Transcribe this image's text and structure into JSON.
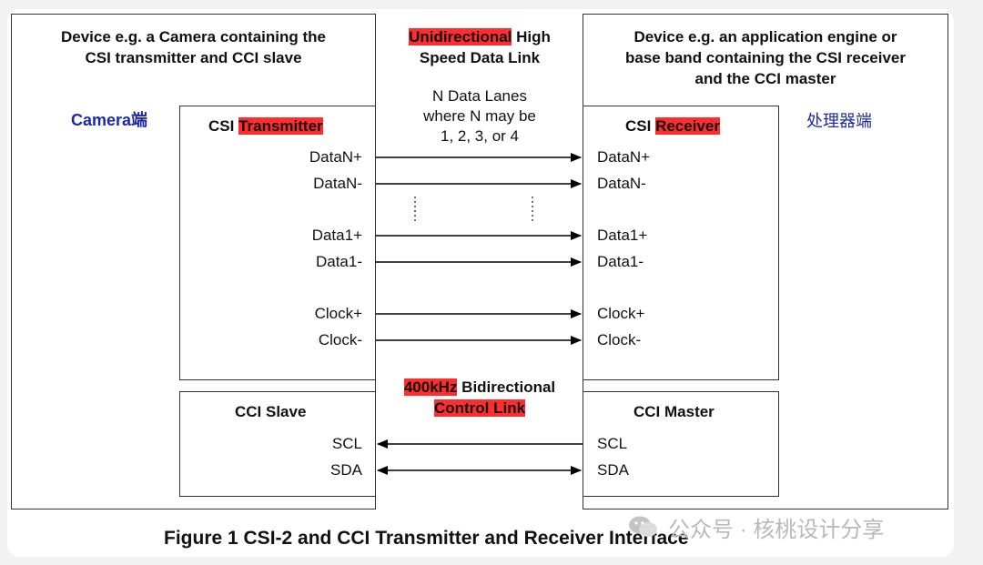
{
  "left_device": {
    "title_line1": "Device e.g. a Camera containing the",
    "title_line2": "CSI transmitter and CCI slave"
  },
  "right_device": {
    "title_line1": "Device e.g. an application engine or",
    "title_line2": "base band containing the CSI receiver",
    "title_line3": "and the CCI master"
  },
  "camera_side_label": "Camera端",
  "processor_side_label": "处理器端",
  "high_speed_link": {
    "highlight": "Unidirectional",
    "rest": " High",
    "line2": "Speed Data  Link"
  },
  "lanes_note": {
    "line1": "N Data Lanes",
    "line2": "where N may be",
    "line3": "1, 2, 3, or 4"
  },
  "csi_transmitter": {
    "prefix": "CSI ",
    "highlight": "Transmitter"
  },
  "csi_receiver": {
    "prefix": "CSI ",
    "highlight": "Receiver"
  },
  "data_signals": [
    "DataN+",
    "DataN-",
    "Data1+",
    "Data1-",
    "Clock+",
    "Clock-"
  ],
  "control_link": {
    "highlight1": "400kHz",
    "rest1": " Bidirectional",
    "highlight2": "Control Link"
  },
  "cci_slave": {
    "title": "CCI Slave"
  },
  "cci_master": {
    "title": "CCI Master"
  },
  "cci_signals": [
    "SCL",
    "SDA"
  ],
  "caption": "Figure 1 CSI-2 and CCI Transmitter and Receiver Interface",
  "watermark": "公众号 · 核桃设计分享",
  "colors": {
    "highlight": "#ff2d2d",
    "side_label": "#1a2aa8"
  }
}
